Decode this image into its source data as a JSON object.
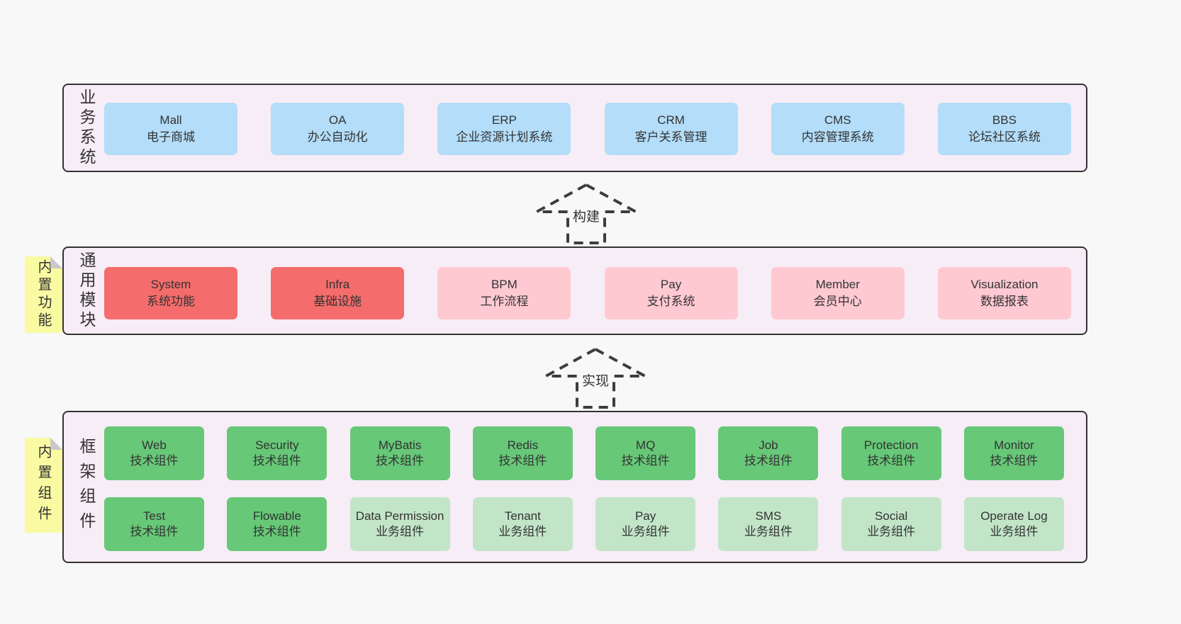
{
  "colors": {
    "page_bg": "#f8f8f8",
    "container_bg": "#f7edf6",
    "container_border": "#333333",
    "blue": "#b3ddf9",
    "red": "#f56c6c",
    "pink": "#ffc9d2",
    "green": "#67c878",
    "light_green": "#c2e5c8",
    "sticky_yellow": "#fafaa2",
    "text": "#333333",
    "arrow_stroke": "#3d3d3d"
  },
  "arrows": [
    {
      "label": "构建"
    },
    {
      "label": "实现"
    }
  ],
  "layers": [
    {
      "label": "业务系统",
      "rows": [
        [
          {
            "name": "Mall",
            "desc": "电子商城",
            "variant": "blue"
          },
          {
            "name": "OA",
            "desc": "办公自动化",
            "variant": "blue"
          },
          {
            "name": "ERP",
            "desc": "企业资源计划系统",
            "variant": "blue"
          },
          {
            "name": "CRM",
            "desc": "客户关系管理",
            "variant": "blue"
          },
          {
            "name": "CMS",
            "desc": "内容管理系统",
            "variant": "blue"
          },
          {
            "name": "BBS",
            "desc": "论坛社区系统",
            "variant": "blue"
          }
        ]
      ]
    },
    {
      "label": "通用模块",
      "sticky": "内置功能",
      "rows": [
        [
          {
            "name": "System",
            "desc": "系统功能",
            "variant": "red"
          },
          {
            "name": "Infra",
            "desc": "基础设施",
            "variant": "red"
          },
          {
            "name": "BPM",
            "desc": "工作流程",
            "variant": "pink"
          },
          {
            "name": "Pay",
            "desc": "支付系统",
            "variant": "pink"
          },
          {
            "name": "Member",
            "desc": "会员中心",
            "variant": "pink"
          },
          {
            "name": "Visualization",
            "desc": "数据报表",
            "variant": "pink"
          }
        ]
      ]
    },
    {
      "label": "框架组件",
      "sticky": "内置组件",
      "rows": [
        [
          {
            "name": "Web",
            "desc": "技术组件",
            "variant": "green"
          },
          {
            "name": "Security",
            "desc": "技术组件",
            "variant": "green"
          },
          {
            "name": "MyBatis",
            "desc": "技术组件",
            "variant": "green"
          },
          {
            "name": "Redis",
            "desc": "技术组件",
            "variant": "green"
          },
          {
            "name": "MQ",
            "desc": "技术组件",
            "variant": "green"
          },
          {
            "name": "Job",
            "desc": "技术组件",
            "variant": "green"
          },
          {
            "name": "Protection",
            "desc": "技术组件",
            "variant": "green"
          },
          {
            "name": "Monitor",
            "desc": "技术组件",
            "variant": "green"
          }
        ],
        [
          {
            "name": "Test",
            "desc": "技术组件",
            "variant": "green"
          },
          {
            "name": "Flowable",
            "desc": "技术组件",
            "variant": "green"
          },
          {
            "name": "Data Permission",
            "desc": "业务组件",
            "variant": "lightgreen"
          },
          {
            "name": "Tenant",
            "desc": "业务组件",
            "variant": "lightgreen"
          },
          {
            "name": "Pay",
            "desc": "业务组件",
            "variant": "lightgreen"
          },
          {
            "name": "SMS",
            "desc": "业务组件",
            "variant": "lightgreen"
          },
          {
            "name": "Social",
            "desc": "业务组件",
            "variant": "lightgreen"
          },
          {
            "name": "Operate Log",
            "desc": "业务组件",
            "variant": "lightgreen"
          }
        ]
      ]
    }
  ]
}
